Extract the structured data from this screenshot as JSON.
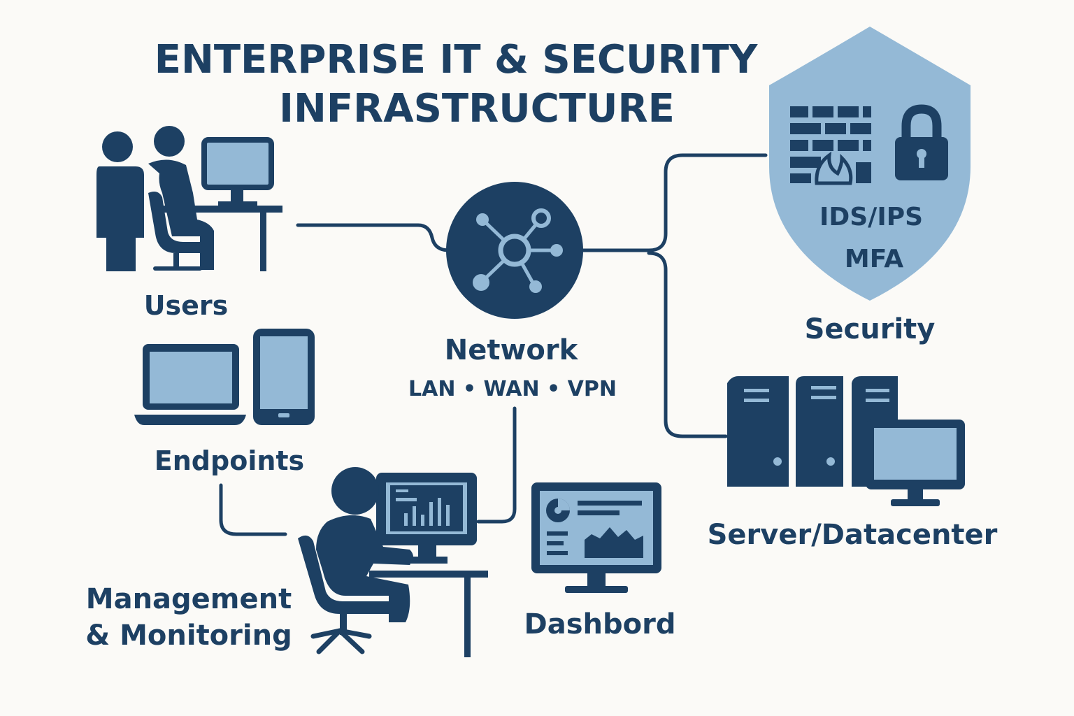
{
  "title": {
    "line1": "ENTERPRISE IT & SECURITY",
    "line2": "INFRASTRUCTURE"
  },
  "nodes": {
    "users": {
      "label": "Users"
    },
    "endpoints": {
      "label": "Endpoints"
    },
    "network": {
      "label": "Network",
      "sublabel": "LAN • WAN • VPN"
    },
    "security": {
      "label": "Security",
      "shield_line1": "IDS/IPS",
      "shield_line2": "MFA"
    },
    "server": {
      "label": "Server/Datacenter"
    },
    "management": {
      "label_line1": "Management",
      "label_line2": "& Monitoring"
    },
    "dashboard": {
      "label": "Dashbord"
    }
  },
  "colors": {
    "navy": "#1d4063",
    "light_blue": "#94b9d6",
    "background": "#fbfaf7"
  },
  "icons": [
    "users-icon",
    "laptop-icon",
    "phone-icon",
    "network-hub-icon",
    "shield-icon",
    "firewall-icon",
    "lock-icon",
    "server-rack-icon",
    "monitor-icon",
    "operator-icon",
    "dashboard-icon"
  ]
}
